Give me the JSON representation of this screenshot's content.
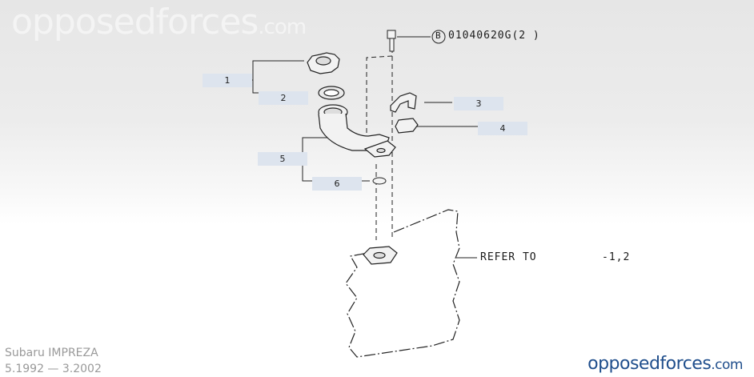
{
  "watermark": {
    "main": "opposedforces",
    "tld": ".com"
  },
  "callouts": [
    {
      "id": "1",
      "label": "1"
    },
    {
      "id": "2",
      "label": "2"
    },
    {
      "id": "3",
      "label": "3"
    },
    {
      "id": "4",
      "label": "4"
    },
    {
      "id": "5",
      "label": "5"
    },
    {
      "id": "6",
      "label": "6"
    }
  ],
  "bolt_label": {
    "letter": "B",
    "part_number": "01040620G(2 )"
  },
  "refer": {
    "text": "REFER TO",
    "ref": "-1,2"
  },
  "caption": {
    "model": "Subaru IMPREZA",
    "years": "5.1992 — 3.2002"
  },
  "brand": {
    "main": "opposedforces",
    "tld": ".com"
  }
}
